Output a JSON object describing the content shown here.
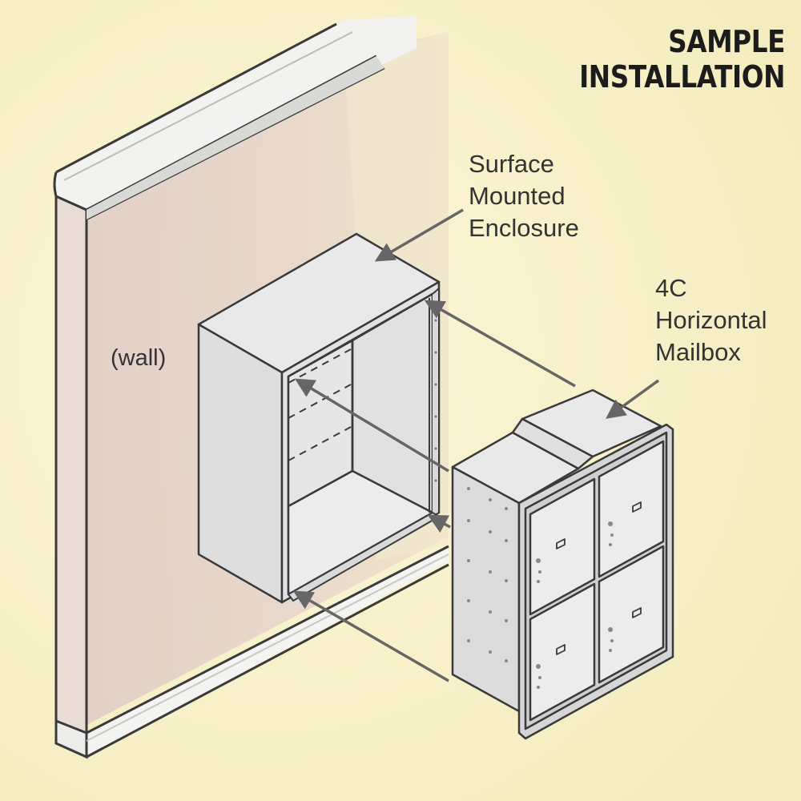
{
  "title": "SAMPLE INSTALLATION",
  "labels": {
    "enclosure": [
      "Surface",
      "Mounted",
      "Enclosure"
    ],
    "mailbox": [
      "4C",
      "Horizontal",
      "Mailbox"
    ],
    "wall": "(wall)"
  },
  "colors": {
    "background": "#f7f1c8",
    "wall": "#e3d3c8",
    "metal_light": "#e6e6e6",
    "metal_mid": "#d2d2d2",
    "outline": "#3a3a3a",
    "arrow": "#6a6a6a"
  }
}
